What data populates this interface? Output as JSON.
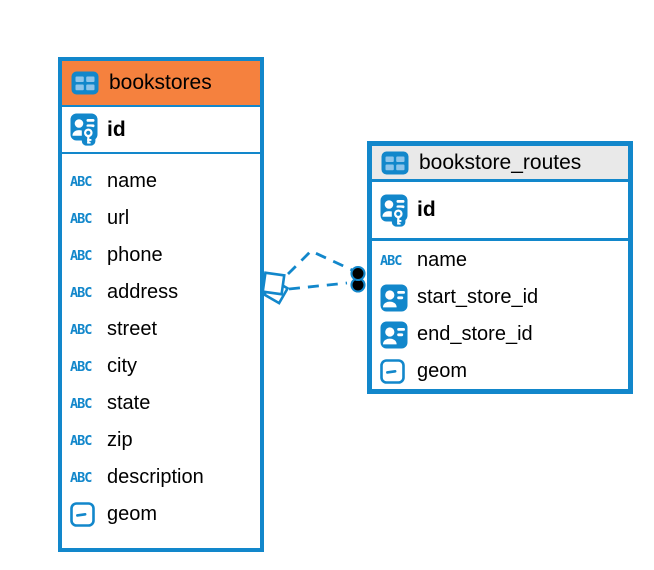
{
  "diagram": {
    "tables": [
      {
        "name": "bookstores",
        "header_bg": "#F5813E",
        "icon": "table-icon",
        "primary_key": {
          "name": "id",
          "icon": "user-id-key-icon"
        },
        "fields": [
          {
            "name": "name",
            "icon": "text-type-icon"
          },
          {
            "name": "url",
            "icon": "text-type-icon"
          },
          {
            "name": "phone",
            "icon": "text-type-icon"
          },
          {
            "name": "address",
            "icon": "text-type-icon"
          },
          {
            "name": "street",
            "icon": "text-type-icon"
          },
          {
            "name": "city",
            "icon": "text-type-icon"
          },
          {
            "name": "state",
            "icon": "text-type-icon"
          },
          {
            "name": "zip",
            "icon": "text-type-icon"
          },
          {
            "name": "description",
            "icon": "text-type-icon"
          },
          {
            "name": "geom",
            "icon": "geometry-type-icon"
          }
        ]
      },
      {
        "name": "bookstore_routes",
        "header_bg": "#E9E9E9",
        "icon": "table-icon",
        "primary_key": {
          "name": "id",
          "icon": "user-id-key-icon"
        },
        "fields": [
          {
            "name": "name",
            "icon": "text-type-icon"
          },
          {
            "name": "start_store_id",
            "icon": "user-reference-icon"
          },
          {
            "name": "end_store_id",
            "icon": "user-reference-icon"
          },
          {
            "name": "geom",
            "icon": "geometry-type-icon"
          }
        ]
      }
    ],
    "relationship": {
      "from_table": "bookstore_routes",
      "to_table": "bookstores",
      "line_style": "dashed",
      "line_color": "#1287CB",
      "endpoint_dot_color": "#000000",
      "source_marker": "overlapping-squares",
      "target_marker": "double-dot"
    }
  },
  "icons": {
    "text_type_label": "ABC"
  },
  "colors": {
    "accent_blue": "#1287CB",
    "icon_cell_blue": "#8DC4EA",
    "header_orange": "#F5813E",
    "header_gray": "#E9E9E9",
    "background": "#FFFFFF"
  }
}
